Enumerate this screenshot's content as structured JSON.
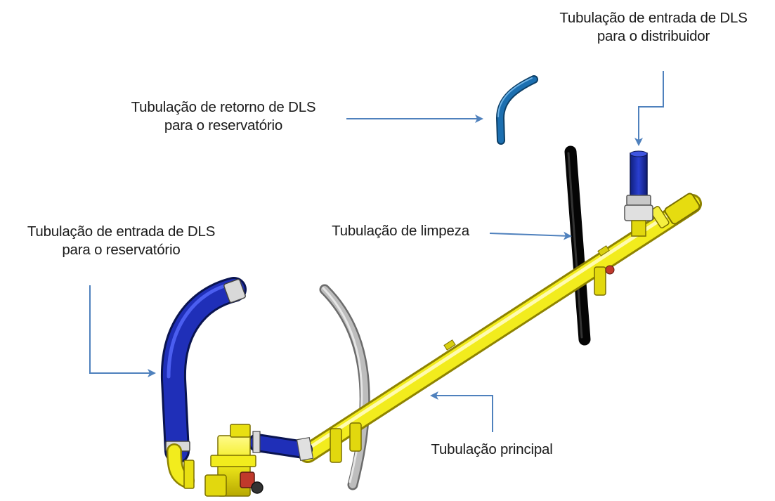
{
  "labels": {
    "retorno": [
      "Tubulação de retorno de DLS",
      "para o reservatório"
    ],
    "entrada_distribuidor": [
      "Tubulação de entrada de DLS",
      "para o distribuidor"
    ],
    "entrada_reservatorio": [
      "Tubulação de entrada de DLS",
      "para o reservatório"
    ],
    "limpeza": "Tubulação de limpeza",
    "principal": "Tubulação principal"
  },
  "colors": {
    "text": "#1a1a1a",
    "arrow": "#4f81bd",
    "main_pipe": "#f2ec1d",
    "entry_pipe": "#1f2fb8",
    "return_pipe": "#1c6fb0",
    "cleaning_pipe": "#111111",
    "gray_pipe": "#9e9e9e"
  }
}
